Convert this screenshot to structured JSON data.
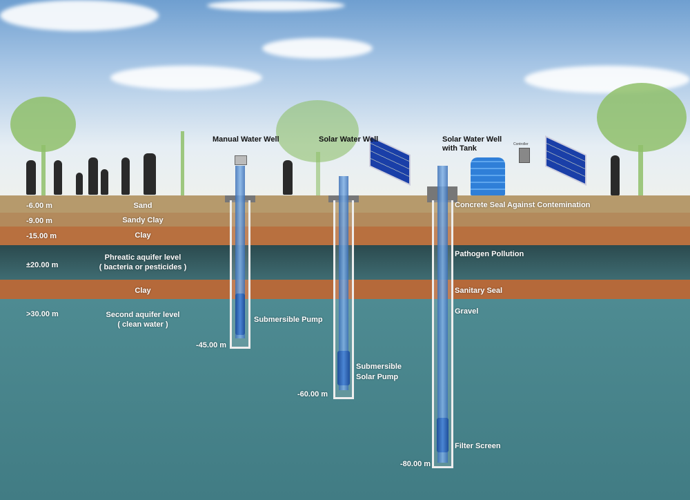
{
  "titles": {
    "manual": "Manual Water Well",
    "solar": "Solar Water Well",
    "tank": "Solar Water Well with Tank",
    "controller": "Controller"
  },
  "layers": [
    {
      "depth": "-6.00 m",
      "name": "Sand"
    },
    {
      "depth": "-9.00 m",
      "name": "Sandy Clay"
    },
    {
      "depth": "-15.00 m",
      "name": "Clay"
    },
    {
      "depth": "±20.00 m",
      "name": "Phreatic aquifer level",
      "sub": "( bacteria or pesticides )"
    },
    {
      "name": "Clay"
    },
    {
      "depth": ">30.00 m",
      "name": "Second aquifer level",
      "sub": "( clean water )"
    }
  ],
  "callouts": {
    "seal": "Concrete Seal Against Contemination",
    "pathogen": "Pathogen Pollution",
    "sanitary": "Sanitary Seal",
    "gravel": "Gravel",
    "pump1": "Submersible Pump",
    "pump2a": "Submersible",
    "pump2b": "Solar Pump",
    "filter": "Filter Screen"
  },
  "depths": {
    "manual": "-45.00 m",
    "solar": "-60.00 m",
    "tank": "-80.00 m"
  }
}
